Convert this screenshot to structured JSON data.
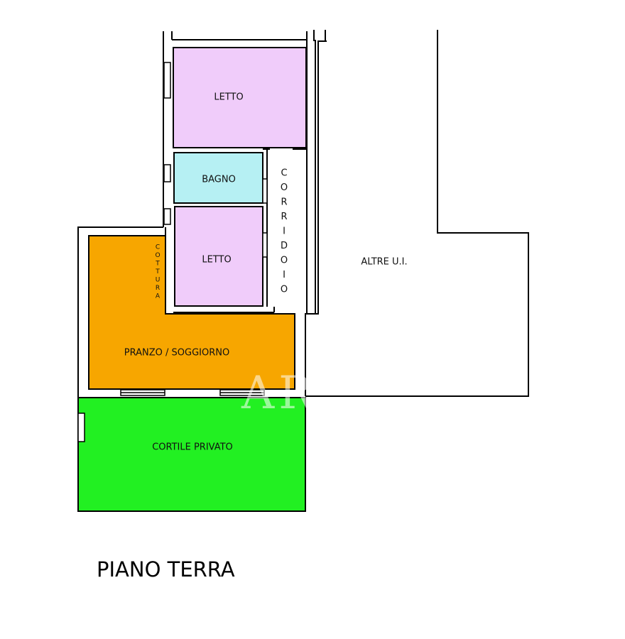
{
  "rooms": {
    "letto_1": "LETTO",
    "bagno": "BAGNO",
    "letto_2": "LETTO",
    "corridoio": "CORRIDOIO",
    "cottura": "COTTURA",
    "pranzo_soggiorno": "PRANZO / SOGGIORNO",
    "cortile_privato": "CORTILE PRIVATO",
    "altre_ui": "ALTRE U.I."
  },
  "floor_title": "PIANO TERRA",
  "watermark": "AR",
  "colors": {
    "letto": "#f0ccfa",
    "bagno": "#b6f0f3",
    "pranzo": "#f7a600",
    "cortile": "#22f022",
    "wall": "#000000",
    "background": "#ffffff"
  }
}
